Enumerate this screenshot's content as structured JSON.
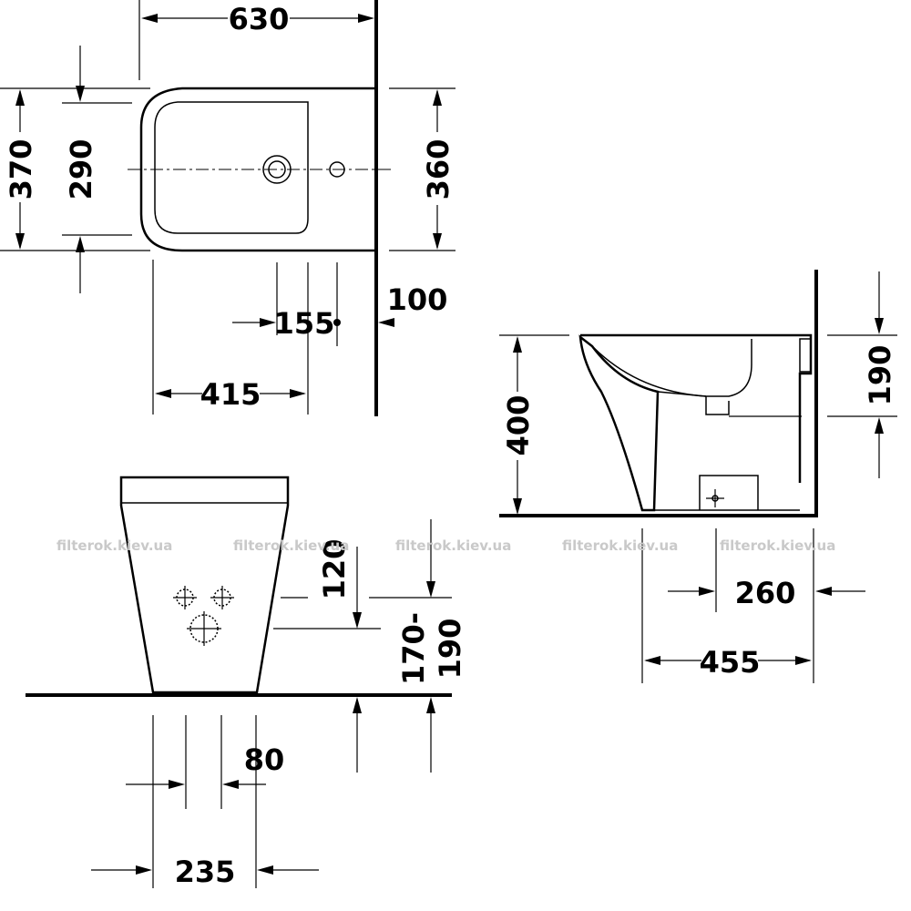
{
  "top_view": {
    "width": "630",
    "depth_outer": "370",
    "depth_inner": "290",
    "depth_wall": "360",
    "hole_offset": "155",
    "wall_offset": "100",
    "length_to_hole": "415"
  },
  "side_view": {
    "height": "400",
    "inlet_height": "190",
    "waste_distance": "260",
    "total_length": "455"
  },
  "front_view": {
    "inlet_height": "120",
    "waste_height_top": "170-",
    "waste_height_bottom": "190",
    "center_width": "80",
    "base_width": "235"
  },
  "watermarks": [
    "filterok.kiev.ua",
    "filterok.kiev.ua",
    "filterok.kiev.ua",
    "filterok.kiev.ua",
    "filterok.kiev.ua"
  ]
}
